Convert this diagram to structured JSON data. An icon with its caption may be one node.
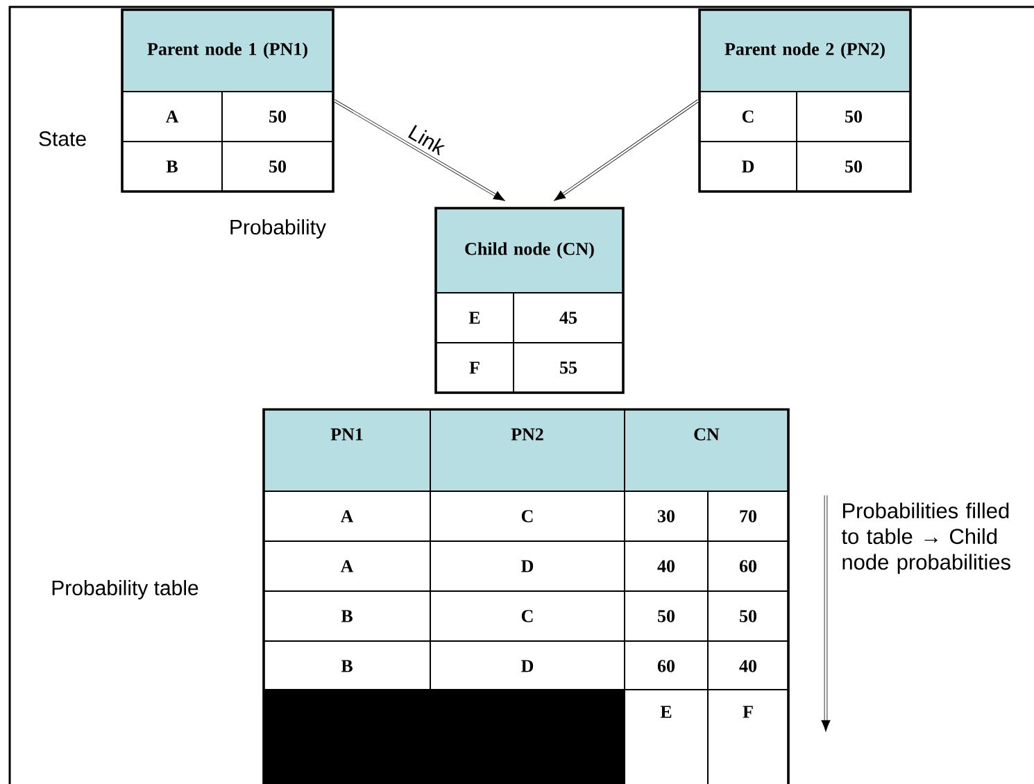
{
  "diagram": {
    "nodes": [
      {
        "text": [
          "Parent node 1 (PN1)",
          "A",
          "50",
          "B",
          "50"
        ]
      },
      {
        "text": [
          "Parent node 2 (PN2)",
          "C",
          "50",
          "D",
          "50"
        ]
      },
      {
        "text": [
          "Child node (CN)",
          "E",
          "45",
          "F",
          "55"
        ]
      }
    ],
    "edges": [
      {
        "from": 0,
        "to": 2,
        "arrow": "to",
        "label": "Link"
      },
      {
        "from": 1,
        "to": 2,
        "arrow": "to"
      }
    ],
    "labels": [
      "State",
      "Probability",
      "Probability table",
      "PN1",
      "PN2",
      "CN",
      "A",
      "C",
      "30",
      "70",
      "A",
      "D",
      "40",
      "60",
      "B",
      "C",
      "50",
      "50",
      "B",
      "D",
      "60",
      "40",
      "E",
      "F",
      "Probabilities filled to table → Child node probabilities"
    ]
  }
}
